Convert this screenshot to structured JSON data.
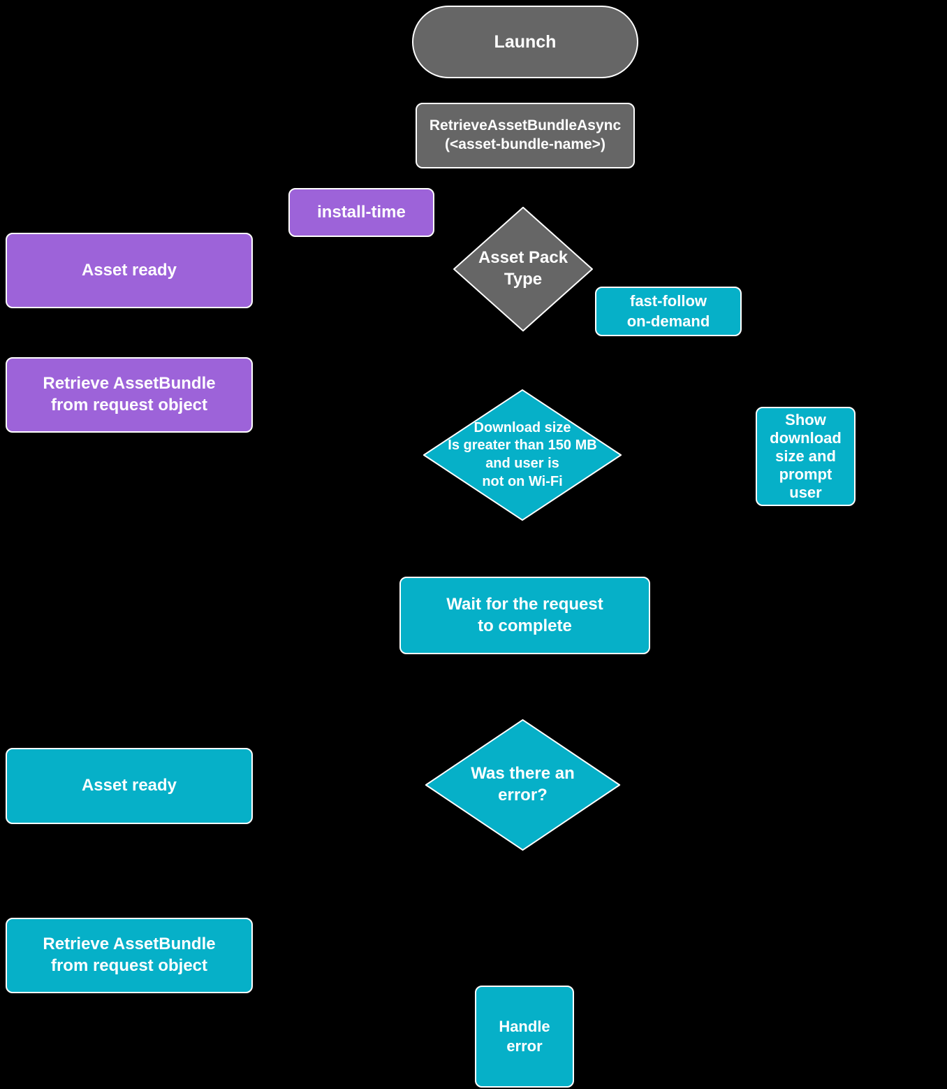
{
  "colors": {
    "background": "#000000",
    "gray": "#666666",
    "purple": "#9d63d9",
    "teal": "#06b0c8",
    "text": "#ffffff",
    "border": "#ffffff"
  },
  "nodes": {
    "launch": {
      "label": "Launch",
      "shape": "terminator",
      "color": "gray"
    },
    "retrieve_asset_bundle_async": {
      "label": "RetrieveAssetBundleAsync\n(<asset-bundle-name>)",
      "shape": "process",
      "color": "gray"
    },
    "install_time_label": {
      "label": "install-time",
      "shape": "edge-label",
      "color": "purple"
    },
    "asset_pack_type": {
      "label": "Asset Pack\nType",
      "shape": "decision",
      "color": "gray"
    },
    "asset_ready_install_time": {
      "label": "Asset ready",
      "shape": "process",
      "color": "purple"
    },
    "fast_follow_on_demand_label": {
      "label": "fast-follow\non-demand",
      "shape": "edge-label",
      "color": "teal"
    },
    "retrieve_assetbundle_install_time": {
      "label": "Retrieve AssetBundle\nfrom request object",
      "shape": "process",
      "color": "purple"
    },
    "download_size_check": {
      "label": "Download size\nIs greater than 150 MB\nand user is\nnot on Wi-Fi",
      "shape": "decision",
      "color": "teal"
    },
    "show_download_size": {
      "label": "Show\ndownload\nsize and\nprompt\nuser",
      "shape": "process",
      "color": "teal"
    },
    "wait_for_request": {
      "label": "Wait for the request\nto complete",
      "shape": "process",
      "color": "teal"
    },
    "was_there_an_error": {
      "label": "Was there an\nerror?",
      "shape": "decision",
      "color": "teal"
    },
    "asset_ready_on_demand": {
      "label": "Asset ready",
      "shape": "process",
      "color": "teal"
    },
    "retrieve_assetbundle_on_demand": {
      "label": "Retrieve AssetBundle\nfrom request object",
      "shape": "process",
      "color": "teal"
    },
    "handle_error": {
      "label": "Handle\nerror",
      "shape": "process",
      "color": "teal"
    }
  }
}
